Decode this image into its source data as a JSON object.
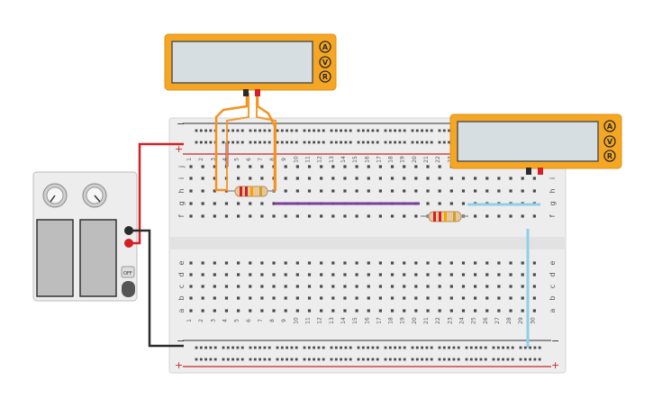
{
  "multimeter_top": {
    "buttons": [
      "A",
      "V",
      "R"
    ],
    "display": ""
  },
  "multimeter_right": {
    "buttons": [
      "A",
      "V",
      "R"
    ],
    "display": ""
  },
  "power_supply": {
    "off_label": "OFF"
  },
  "breadboard": {
    "columns": [
      "1",
      "2",
      "3",
      "4",
      "5",
      "6",
      "7",
      "8",
      "9",
      "10",
      "11",
      "12",
      "13",
      "14",
      "15",
      "16",
      "17",
      "18",
      "19",
      "20",
      "21",
      "22",
      "23",
      "24",
      "25",
      "26",
      "27",
      "28",
      "29",
      "30"
    ],
    "row_letters_top": [
      "j",
      "i",
      "h",
      "g",
      "f"
    ],
    "row_letters_bottom": [
      "e",
      "d",
      "c",
      "b",
      "a"
    ],
    "rail_minus": "−",
    "rail_plus": "+"
  },
  "colors": {
    "multimeter_body": "#F5A623",
    "multimeter_screen": "#D7DEE2",
    "wire_orange": "#F5921E",
    "wire_purple": "#7B3FA0",
    "wire_blue": "#8ED0E8",
    "wire_red": "#D32027",
    "wire_black": "#2B2B2B",
    "rail_red": "#C62828",
    "board": "#EFEFEF"
  }
}
